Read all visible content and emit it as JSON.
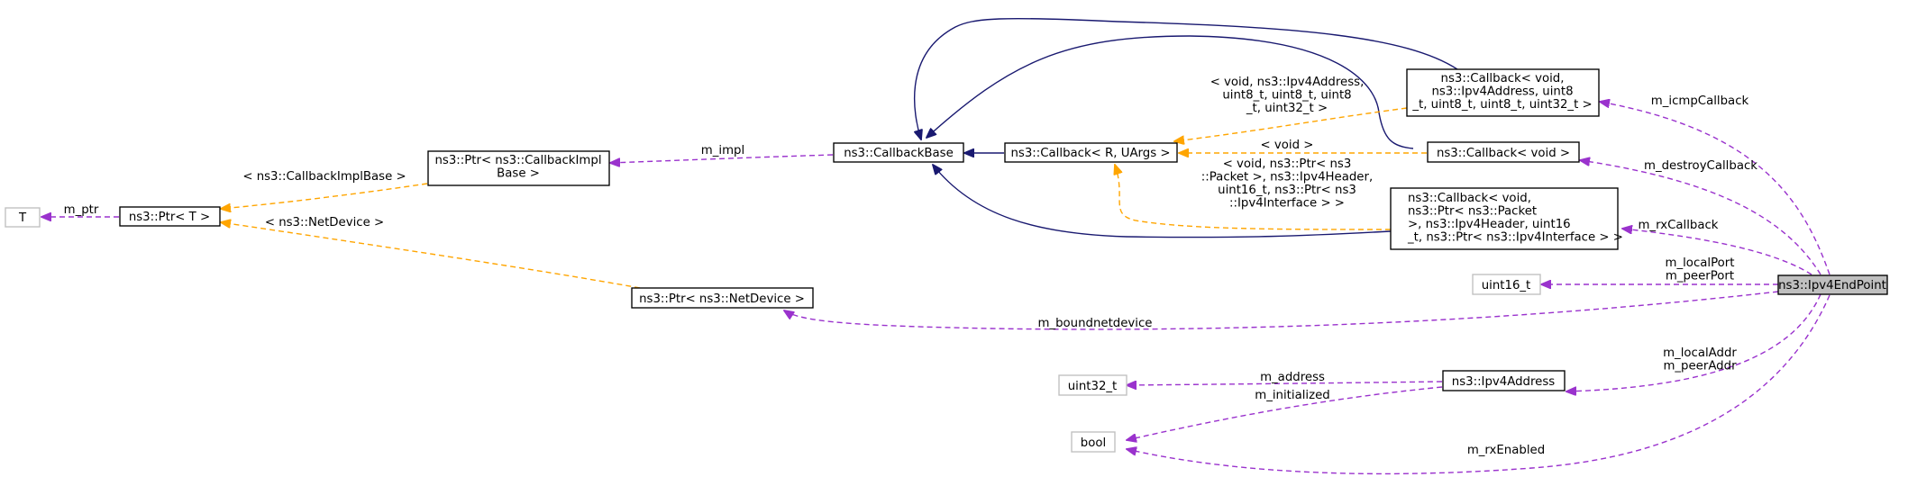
{
  "colors": {
    "inheritance": "#191970",
    "usage": "#9a32cd",
    "template": "#ffa500",
    "node_border": "#000000",
    "node_border_external": "#bfbfbf",
    "node_fill": "#ffffff",
    "focus_fill": "#bfbfbf"
  },
  "nodes": {
    "ipv4endpoint": {
      "lines": [
        "ns3::Ipv4EndPoint"
      ]
    },
    "callback_icmp": {
      "lines": [
        "ns3::Callback< void,",
        "ns3::Ipv4Address, uint8",
        "_t, uint8_t, uint8_t, uint32_t >"
      ]
    },
    "callbackbase": {
      "lines": [
        "ns3::CallbackBase"
      ]
    },
    "ptr_callbackimplbase": {
      "lines": [
        "ns3::Ptr< ns3::CallbackImpl",
        "Base >"
      ]
    },
    "ptr_t": {
      "lines": [
        "ns3::Ptr< T >"
      ]
    },
    "t": {
      "lines": [
        "T"
      ]
    },
    "callback_r_uargs": {
      "lines": [
        "ns3::Callback< R, UArgs >"
      ]
    },
    "callback_void": {
      "lines": [
        "ns3::Callback< void >"
      ]
    },
    "callback_rx": {
      "lines": [
        "ns3::Callback< void,",
        "ns3::Ptr< ns3::Packet",
        ">, ns3::Ipv4Header, uint16",
        "_t, ns3::Ptr< ns3::Ipv4Interface > >"
      ]
    },
    "uint16_t": {
      "lines": [
        "uint16_t"
      ]
    },
    "ptr_netdevice": {
      "lines": [
        "ns3::Ptr< ns3::NetDevice >"
      ]
    },
    "ipv4address": {
      "lines": [
        "ns3::Ipv4Address"
      ]
    },
    "uint32_t": {
      "lines": [
        "uint32_t"
      ]
    },
    "bool": {
      "lines": [
        "bool"
      ]
    }
  },
  "edge_labels": {
    "m_icmpCallback": [
      "m_icmpCallback"
    ],
    "m_impl": [
      "m_impl"
    ],
    "callbackimplbase_tmpl": [
      "< ns3::CallbackImplBase >"
    ],
    "m_ptr": [
      "m_ptr"
    ],
    "icmp_tmpl": [
      "< void, ns3::Ipv4Address,",
      "uint8_t, uint8_t, uint8",
      "_t, uint32_t >"
    ],
    "void_tmpl": [
      "< void >"
    ],
    "rx_tmpl": [
      "< void, ns3::Ptr< ns3",
      "::Packet >, ns3::Ipv4Header,",
      "uint16_t, ns3::Ptr< ns3",
      "::Ipv4Interface > >"
    ],
    "m_destroyCallback": [
      "m_destroyCallback"
    ],
    "m_rxCallback": [
      "m_rxCallback"
    ],
    "ports": [
      "m_localPort",
      "m_peerPort"
    ],
    "netdevice_tmpl": [
      "< ns3::NetDevice >"
    ],
    "m_boundnetdevice": [
      "m_boundnetdevice"
    ],
    "addrs": [
      "m_localAddr",
      "m_peerAddr"
    ],
    "m_address": [
      "m_address"
    ],
    "m_initialized": [
      "m_initialized"
    ],
    "m_rxEnabled": [
      "m_rxEnabled"
    ]
  }
}
